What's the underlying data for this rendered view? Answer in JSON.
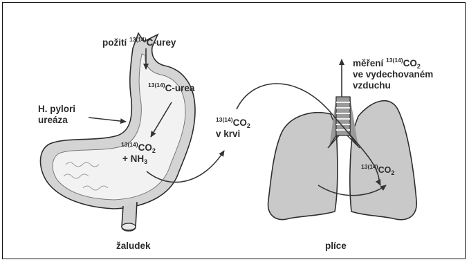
{
  "labels": {
    "ingestion_word": "požití",
    "isotope": "13(14)",
    "urea_accusative": "C-urey",
    "urea": "C-urea",
    "bacteria": "H. pylori",
    "enzyme": "ureáza",
    "co2": "CO",
    "co2_sub": "2",
    "plus_nh": "+ NH",
    "nh_sub": "3",
    "in_blood": "v krvi",
    "measure_line1": "měření",
    "measure_line2": "ve vydechovaném",
    "measure_line3": "vzduchu",
    "stomach_caption": "žaludek",
    "lungs_caption": "plíce"
  }
}
